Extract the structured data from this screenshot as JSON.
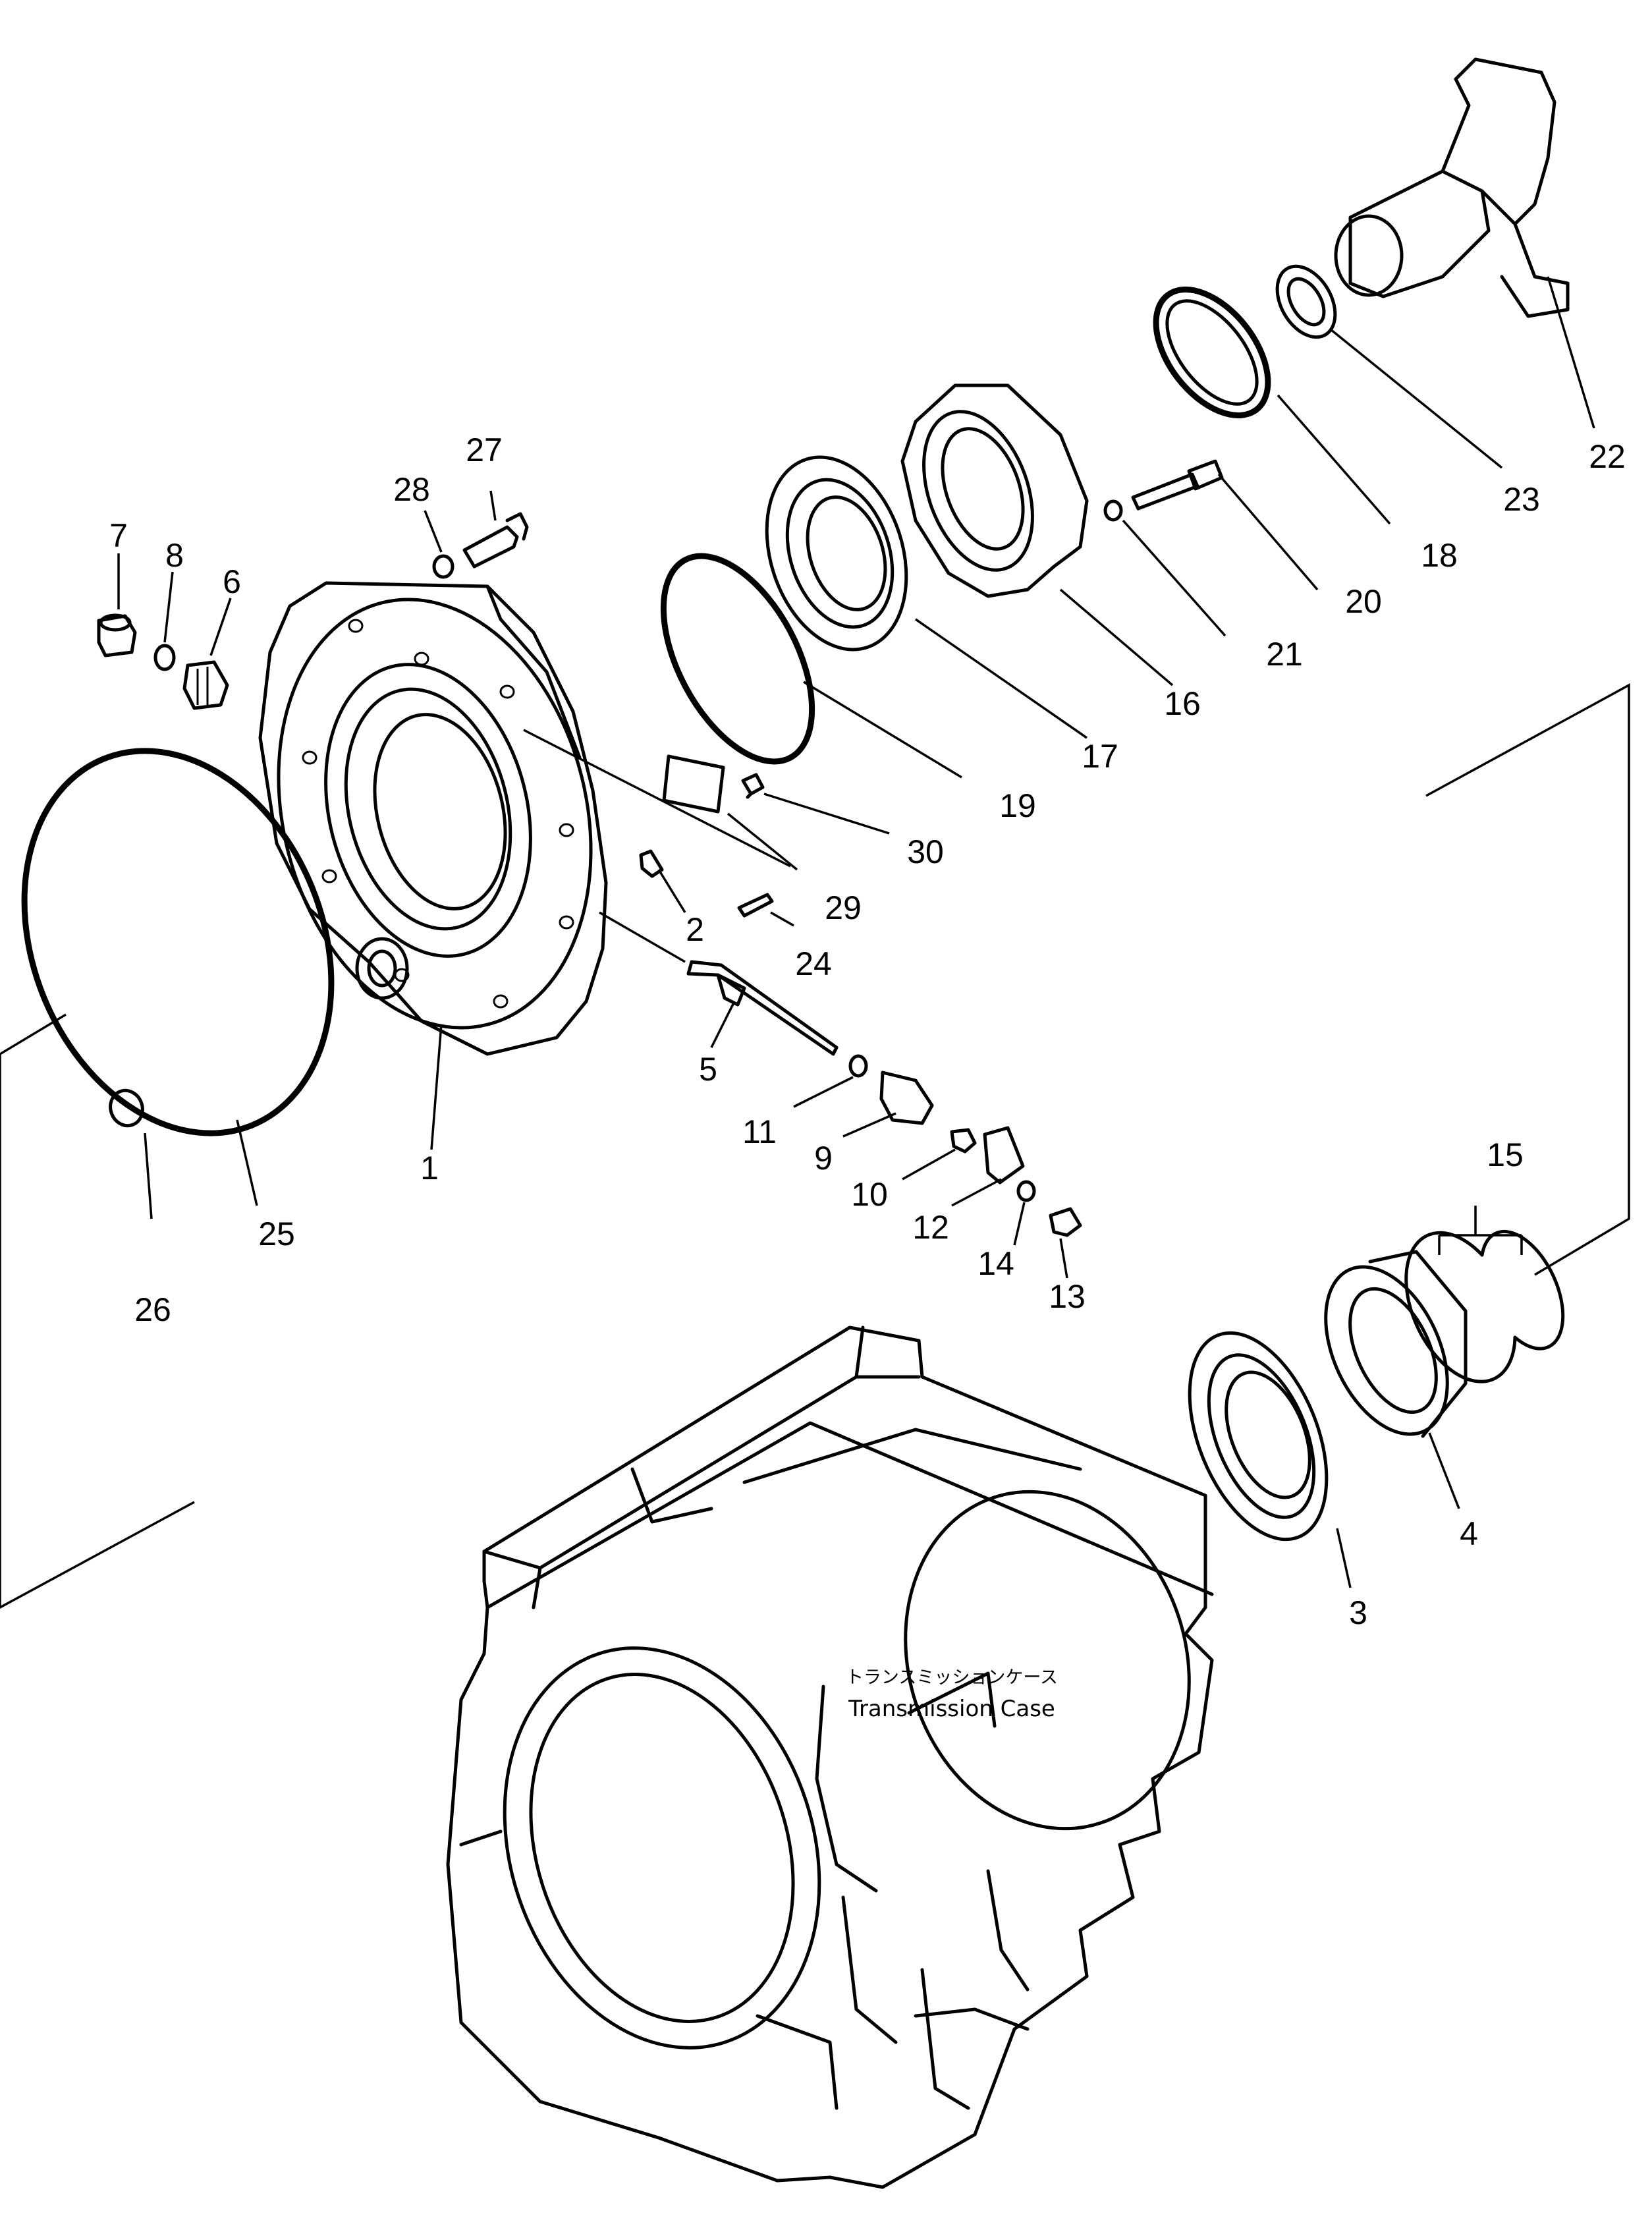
{
  "case_label": {
    "japanese": "トランスミッションケース",
    "english": "Transmission Case"
  },
  "callouts": [
    "1",
    "2",
    "3",
    "4",
    "5",
    "6",
    "7",
    "8",
    "9",
    "10",
    "11",
    "12",
    "13",
    "14",
    "15",
    "16",
    "17",
    "18",
    "19",
    "20",
    "21",
    "22",
    "23",
    "24",
    "25",
    "26",
    "27",
    "28",
    "29",
    "30"
  ]
}
